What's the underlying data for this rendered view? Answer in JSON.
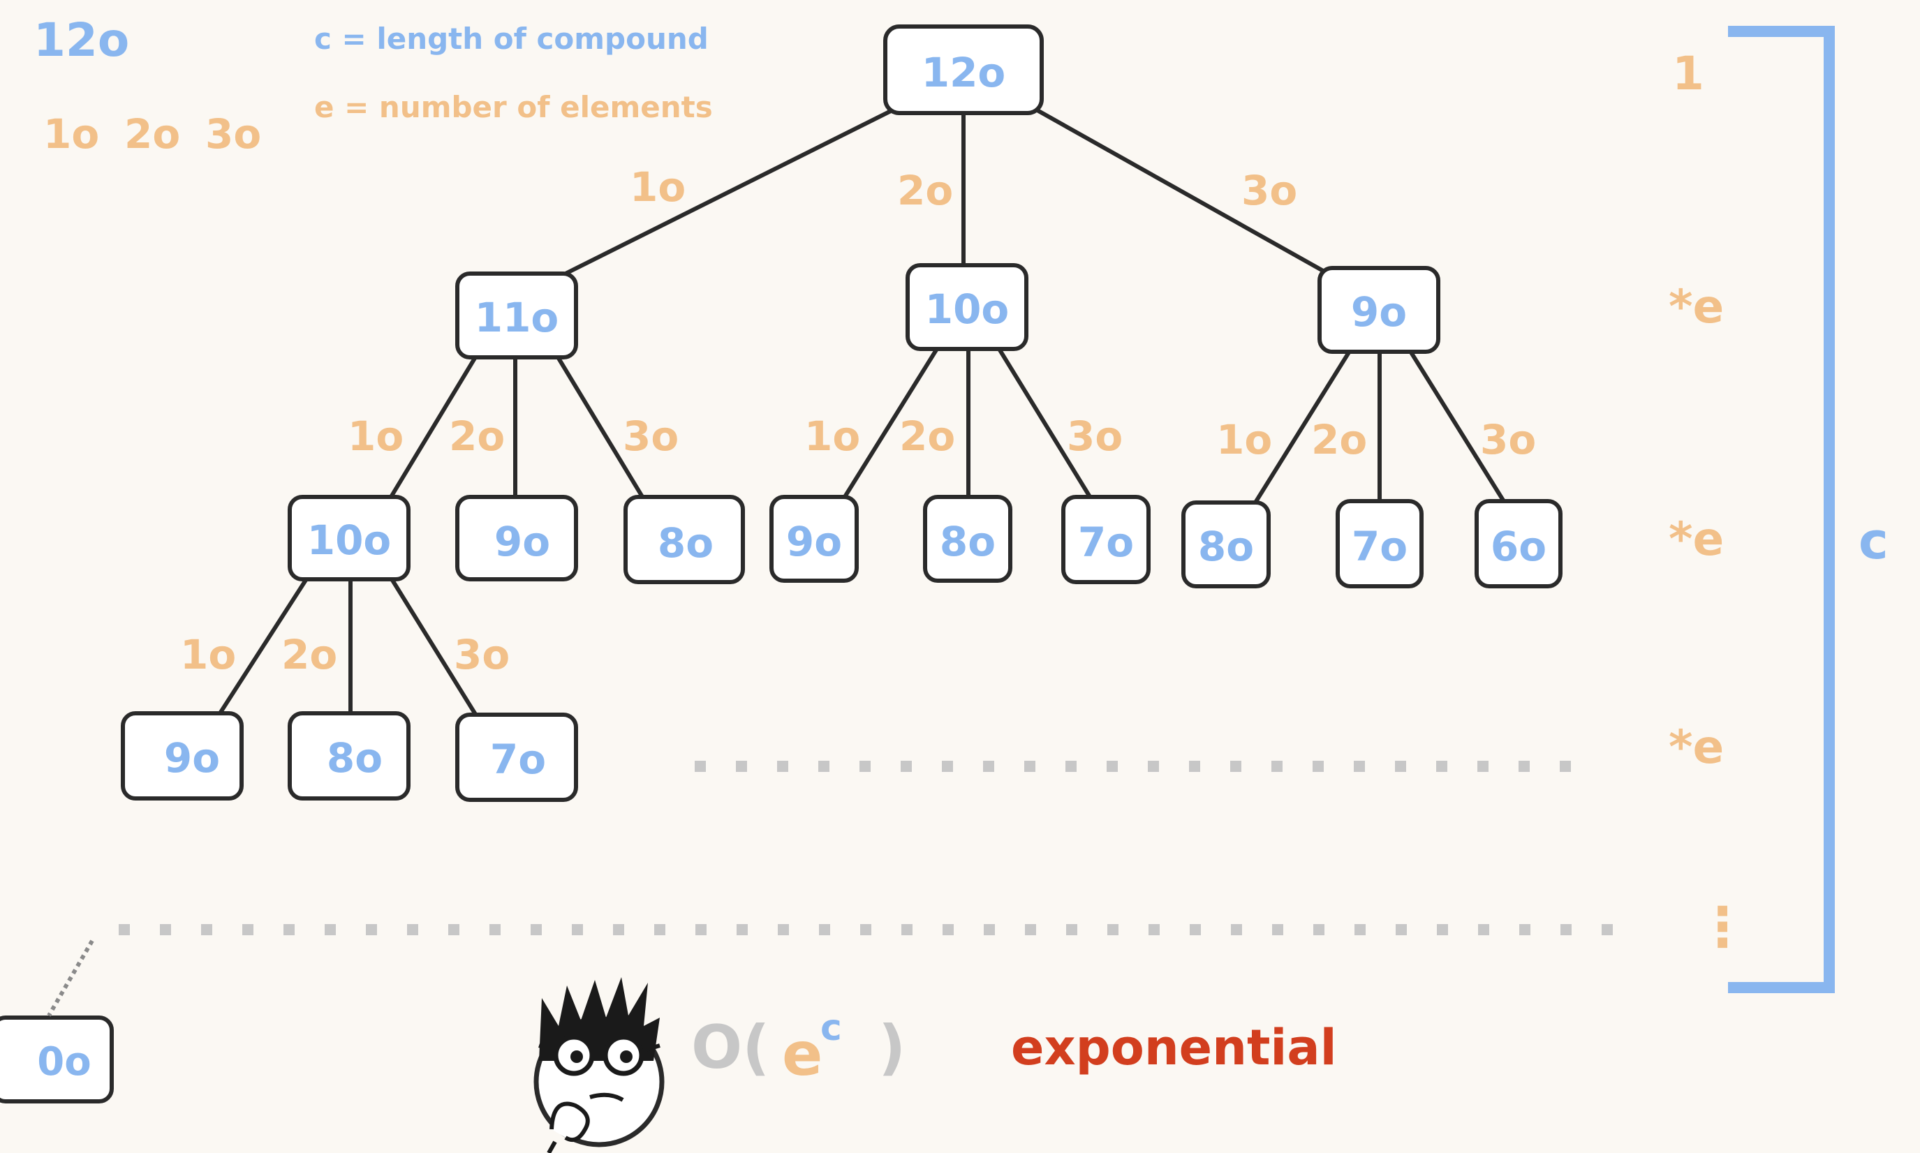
{
  "colors": {
    "background": "#fbf8f3",
    "blue": "#89b6ef",
    "orange": "#f2c089",
    "gray": "#c7c7c7",
    "red": "#d23e1e",
    "ink": "#2a2a2a"
  },
  "header": {
    "target": "12o",
    "pieces": [
      "1o",
      "2o",
      "3o"
    ],
    "legend_c": "c = length of compound",
    "legend_e": "e = number of elements"
  },
  "tree": {
    "root": "12o",
    "edges_level1": [
      "1o",
      "2o",
      "3o"
    ],
    "level1": [
      "11o",
      "10o",
      "9o"
    ],
    "edges_level2": [
      "1o",
      "2o",
      "3o",
      "1o",
      "2o",
      "3o",
      "1o",
      "2o",
      "3o"
    ],
    "level2": [
      "10o",
      "9o",
      "8o",
      "9o",
      "8o",
      "7o",
      "8o",
      "7o",
      "6o"
    ],
    "edges_level3": [
      "1o",
      "2o",
      "3o"
    ],
    "level3": [
      "9o",
      "8o",
      "7o"
    ],
    "bottom_leaf": "0o"
  },
  "levels": {
    "row1": "1",
    "row2": "*e",
    "row3": "*e",
    "row4": "*e",
    "continuation": "⋮",
    "bracket_label": "c"
  },
  "footer": {
    "complexity_open": "O(",
    "base": "e",
    "exponent": "c",
    "complexity_close": ")",
    "verdict": "exponential",
    "mascot_icon": "thinking-face-icon"
  }
}
